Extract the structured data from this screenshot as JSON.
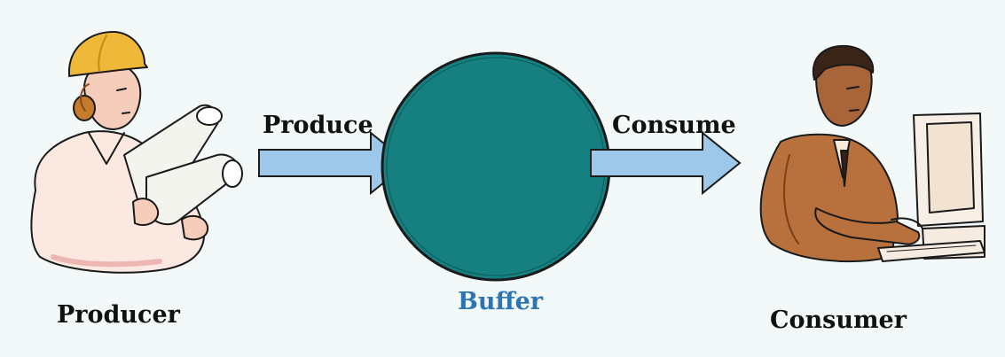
{
  "labels": {
    "producer": "Producer",
    "consumer": "Consumer",
    "produce": "Produce",
    "consume": "Consume",
    "buffer": "Buffer"
  },
  "colors": {
    "background": "#f3f9f9",
    "buffer_fill": "#168080",
    "buffer_label": "#2e74b5",
    "arrow_fill": "#9ec8ea",
    "arrow_stroke": "#1a1a1a",
    "producer_skin": "#f4c8b4",
    "producer_hat": "#f0b838",
    "consumer_skin": "#b8703c"
  },
  "icons": {
    "producer": "worker-with-blueprints-illustration",
    "consumer": "businessman-at-computer-illustration"
  }
}
